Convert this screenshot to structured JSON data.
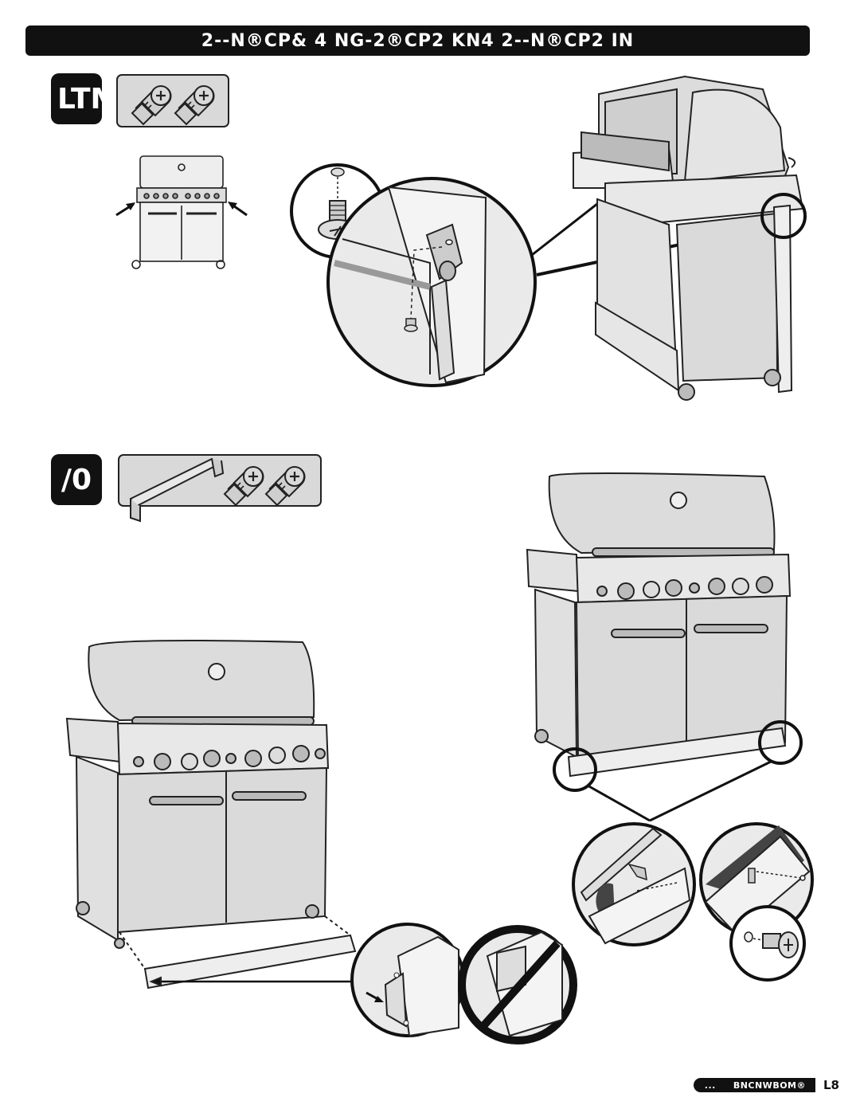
{
  "header": {
    "title": "2--N®CP& 4 NG-2®CP2 KN4 2--N®CP2 IN"
  },
  "steps": [
    {
      "number": "LTM"
    },
    {
      "number": "/0"
    }
  ],
  "notes": [
    "\u0000",
    "\u0000",
    "\u0000"
  ],
  "footer": {
    "dots": "...",
    "brand": "BNCNWBOM®",
    "page": "L8"
  },
  "icons": [
    "screw-icon",
    "bracket-rail-icon",
    "arrow-icon",
    "prohibited-icon"
  ]
}
